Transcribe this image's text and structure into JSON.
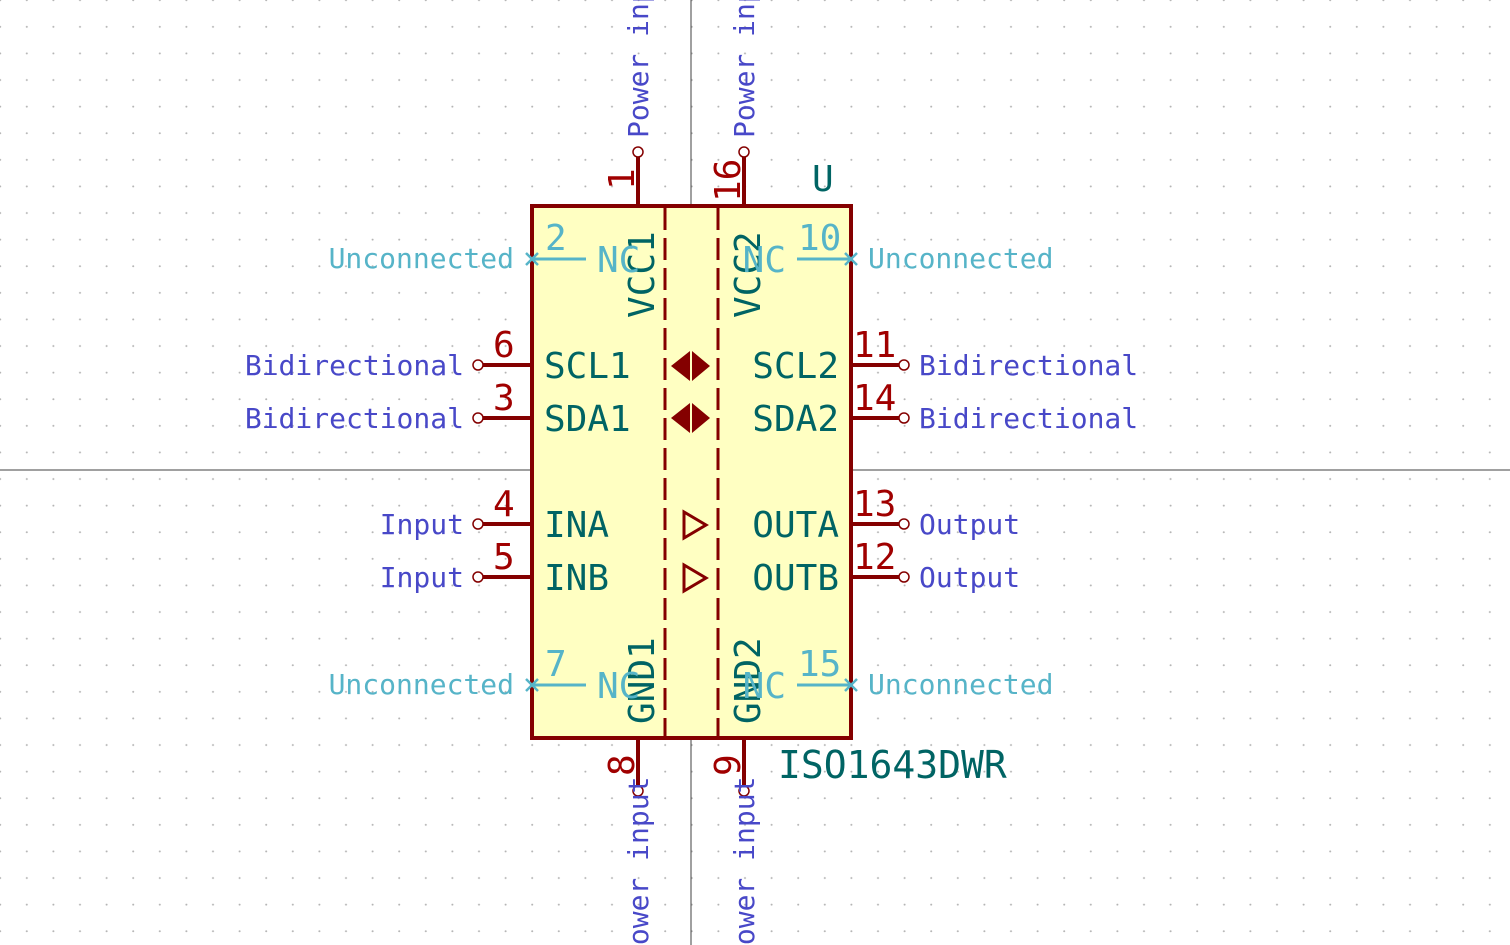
{
  "colors": {
    "background": "#ffffff",
    "grid_dot": "#b4b4b4",
    "crosshair": "#404040",
    "body_fill": "#ffffc2",
    "body_outline": "#840000",
    "pin_line": "#840000",
    "pin_number": "#a00000",
    "pin_name": "#006464",
    "pin_type": "#4848c8",
    "nc_pin": "#56b4c8",
    "ref": "#006464",
    "value": "#006464"
  },
  "symbol": {
    "reference": "U",
    "value": "ISO1643DWR"
  },
  "pins": {
    "p1": {
      "number": "1",
      "name": "VCC1",
      "type": "Power input"
    },
    "p16": {
      "number": "16",
      "name": "VCC2",
      "type": "Power input"
    },
    "p8": {
      "number": "8",
      "name": "GND1",
      "type": "Power input"
    },
    "p9": {
      "number": "9",
      "name": "GND2",
      "type": "Power input"
    },
    "p2": {
      "number": "2",
      "name": "NC",
      "type": "Unconnected"
    },
    "p10": {
      "number": "10",
      "name": "NC",
      "type": "Unconnected"
    },
    "p7": {
      "number": "7",
      "name": "NC",
      "type": "Unconnected"
    },
    "p15": {
      "number": "15",
      "name": "NC",
      "type": "Unconnected"
    },
    "p6": {
      "number": "6",
      "name": "SCL1",
      "type": "Bidirectional"
    },
    "p3": {
      "number": "3",
      "name": "SDA1",
      "type": "Bidirectional"
    },
    "p11": {
      "number": "11",
      "name": "SCL2",
      "type": "Bidirectional"
    },
    "p14": {
      "number": "14",
      "name": "SDA2",
      "type": "Bidirectional"
    },
    "p4": {
      "number": "4",
      "name": "INA",
      "type": "Input"
    },
    "p5": {
      "number": "5",
      "name": "INB",
      "type": "Input"
    },
    "p13": {
      "number": "13",
      "name": "OUTA",
      "type": "Output"
    },
    "p12": {
      "number": "12",
      "name": "OUTB",
      "type": "Output"
    }
  },
  "icons": {
    "bidir_scl": "bidirectional-arrow-icon",
    "bidir_sda": "bidirectional-arrow-icon",
    "buffer_a": "buffer-triangle-icon",
    "buffer_b": "buffer-triangle-icon",
    "nc_marker": "no-connect-x-icon",
    "pin_end": "pin-endpoint-circle-icon"
  }
}
